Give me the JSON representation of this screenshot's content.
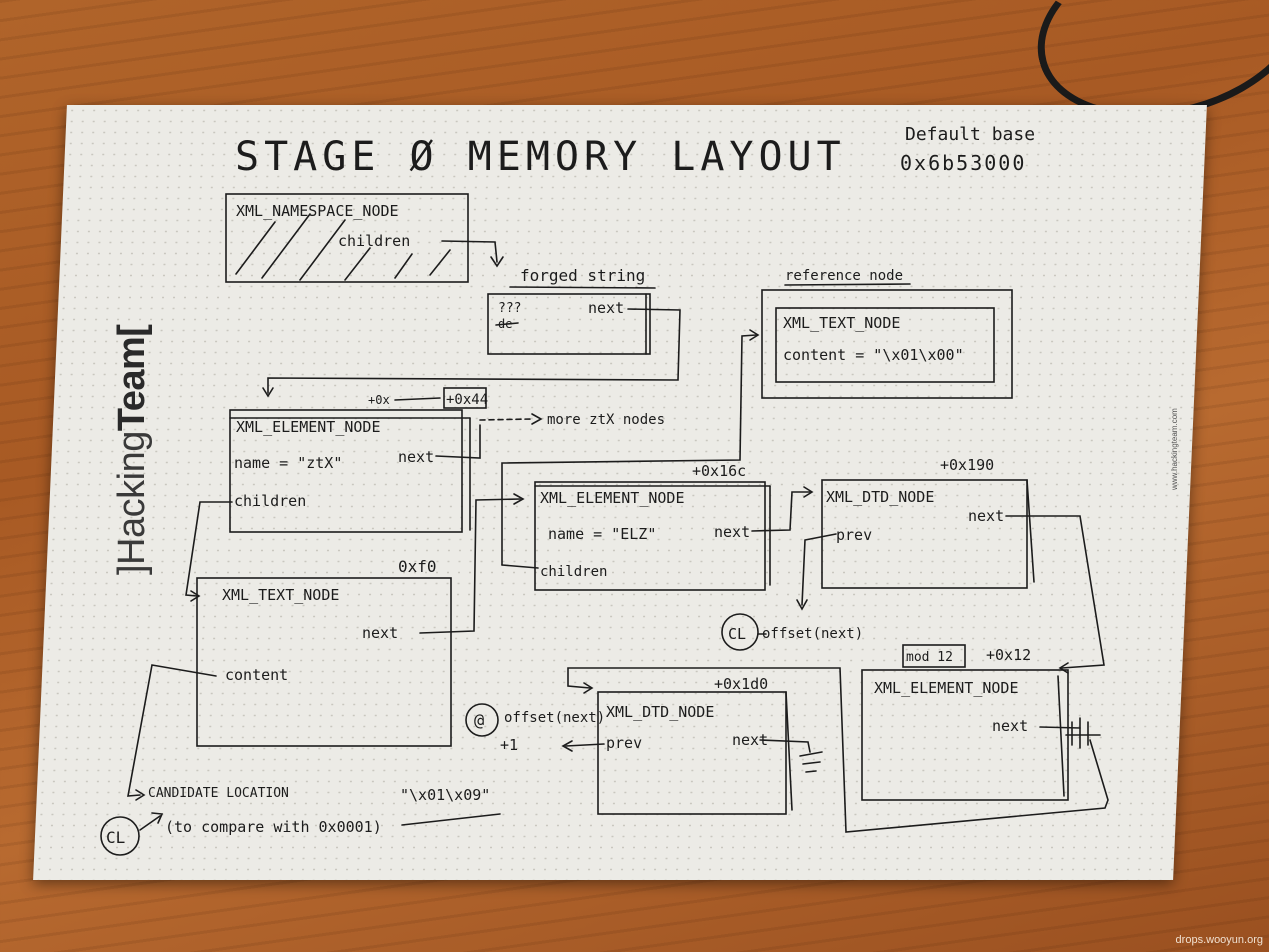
{
  "title": "STAGE Ø MEMORY LAYOUT",
  "base": {
    "label": "Default base",
    "value": "0x6b53000"
  },
  "branding": {
    "prefix": "]Hacking",
    "bold": "Team[",
    "site": "www.hackingteam.com"
  },
  "watermark": "drops.wooyun.org",
  "nodes": {
    "ns": {
      "title": "XML_NAMESPACE_NODE",
      "field": "children"
    },
    "forged": {
      "label": "forged string",
      "q": "???",
      "next": "next"
    },
    "ref": {
      "label": "reference node",
      "title": "XML_TEXT_NODE",
      "content": "content = \"\\x01\\x00\""
    },
    "elem1": {
      "offset": "+0x44",
      "title": "XML_ELEMENT_NODE",
      "name": "name = \"ztX\"",
      "next": "next",
      "children": "children",
      "more": "more ztX nodes"
    },
    "text": {
      "offset": "0xf0",
      "title": "XML_TEXT_NODE",
      "next": "next",
      "content": "content"
    },
    "elem2": {
      "offset": "+0x16c",
      "title": "XML_ELEMENT_NODE",
      "name": "name = \"ELZ\"",
      "next": "next",
      "children": "children"
    },
    "dtd1": {
      "offset": "+0x190",
      "title": "XML_DTD_NODE",
      "next": "next",
      "prev": "prev"
    },
    "dtd2": {
      "offset": "+0x1d0",
      "title": "XML_DTD_NODE",
      "prev": "prev",
      "next": "next"
    },
    "elem3": {
      "offset": "+0x12",
      "mod": "mod 12",
      "title": "XML_ELEMENT_NODE",
      "next": "next"
    }
  },
  "notes": {
    "cl_offset": "offset(next)",
    "cl_sym": "CL",
    "a_offset": "offset(next)",
    "a_sym": "@",
    "plus1": "+1",
    "candidate": "CANDIDATE LOCATION",
    "candidate_value": "\"\\x01\\x09\"",
    "compare": "(to compare with 0x0001)"
  }
}
